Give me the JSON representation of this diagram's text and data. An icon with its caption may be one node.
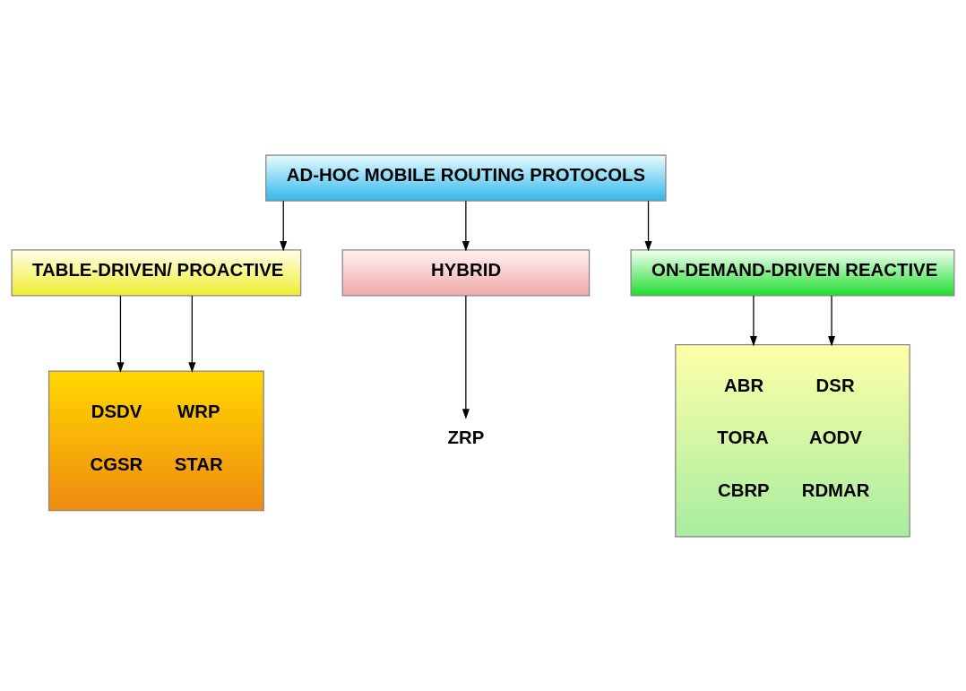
{
  "diagram": {
    "nodes": [
      {
        "text": [
          "AD-HOC MOBILE ROUTING PROTOCOLS"
        ]
      },
      {
        "text": [
          "TABLE-DRIVEN/ PROACTIVE"
        ]
      },
      {
        "text": [
          "HYBRID"
        ]
      },
      {
        "text": [
          "ON-DEMAND-DRIVEN REACTIVE"
        ]
      },
      {
        "text": [
          "DSDV",
          "WRP",
          "CGSR",
          "STAR"
        ]
      },
      {
        "text": [
          "ZRP"
        ]
      },
      {
        "text": [
          "ABR",
          "DSR",
          "TORA",
          "AODV",
          "CBRP",
          "RDMAR"
        ]
      }
    ],
    "edges": [
      {
        "from": 0,
        "to": 1,
        "arrow": "to"
      },
      {
        "from": 0,
        "to": 2,
        "arrow": "to"
      },
      {
        "from": 0,
        "to": 3,
        "arrow": "to"
      },
      {
        "from": 1,
        "to": 4,
        "arrow": "to"
      },
      {
        "from": 1,
        "to": 4,
        "arrow": "to"
      },
      {
        "from": 2,
        "to": 5,
        "arrow": "to"
      },
      {
        "from": 3,
        "to": 6,
        "arrow": "to"
      },
      {
        "from": 3,
        "to": 6,
        "arrow": "to"
      }
    ]
  }
}
